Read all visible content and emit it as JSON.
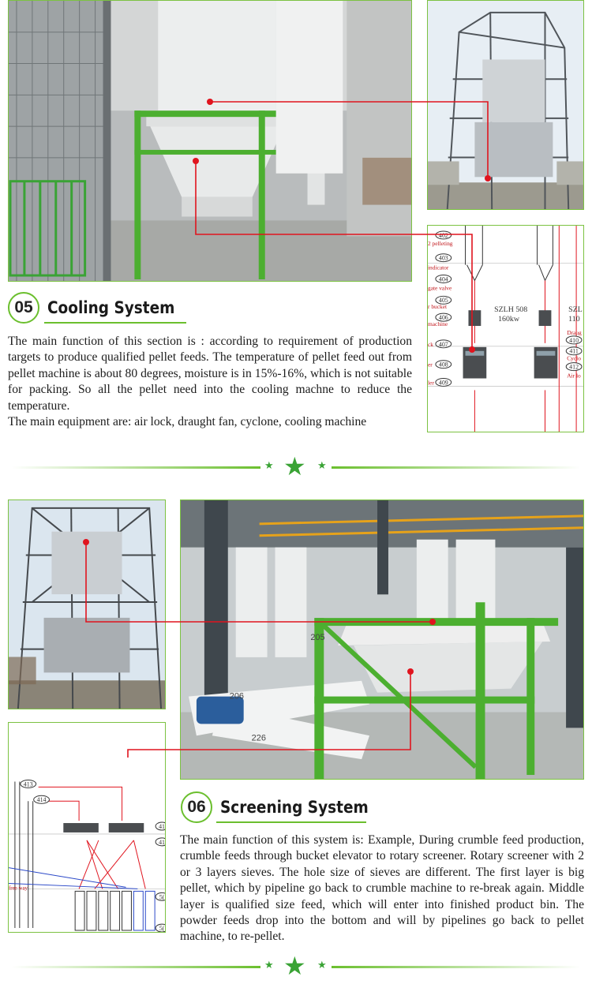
{
  "sections": [
    {
      "number": "05",
      "title": "Cooling System",
      "paragraph_1": "The main function of this section is : according to requirement of production targets to produce qualified pellet feeds. The temperature of pellet feed out from pellet machine is about 80 degrees, moisture is in 15%-16%, which is not suitable for packing. So all the pellet need into the cooling machne to reduce the temperature.",
      "paragraph_2": "The main equipment are: air lock, draught fan, cyclone, cooling machine",
      "diagram_labels": {
        "tags": [
          "402",
          "403",
          "404",
          "405",
          "406",
          "407",
          "408",
          "409",
          "410",
          "411",
          "412"
        ],
        "left_texts": [
          "2 pelleting",
          "indicator",
          "gate valve",
          "r bucket",
          "machine",
          "ck",
          "er",
          "ler"
        ],
        "model_1": "SZLH 508",
        "power_1": "160kw",
        "model_2": "SZL",
        "power_2": "110",
        "right_texts": [
          "Draug",
          "Cyclo",
          "Air lo"
        ]
      }
    },
    {
      "number": "06",
      "title": "Screening System",
      "paragraph": "The main function of this system is: Example, During crumble feed production, crumble feeds through bucket elevator to rotary screener. Rotary screener with 2 or 3 layers sieves. The hole size of sieves are different. The first layer is big pellet, which by pipeline go back to crumble machine to re-break again. Middle layer is qualified size feed, which will enter into finished product bin. The powder feeds drop into the bottom and will by pipelines go back to pellet machine, to re-pellet.",
      "diagram_labels": {
        "tags": [
          "413",
          "414",
          "41",
          "41",
          "5(",
          "5("
        ],
        "left_text": "free way"
      },
      "photo_labels": [
        "206",
        "226",
        "205"
      ]
    }
  ],
  "colors": {
    "accent_green": "#6bbf2e",
    "star_green": "#3aa335",
    "callout_red": "#e0141e"
  },
  "divider_icon": "star-icon"
}
